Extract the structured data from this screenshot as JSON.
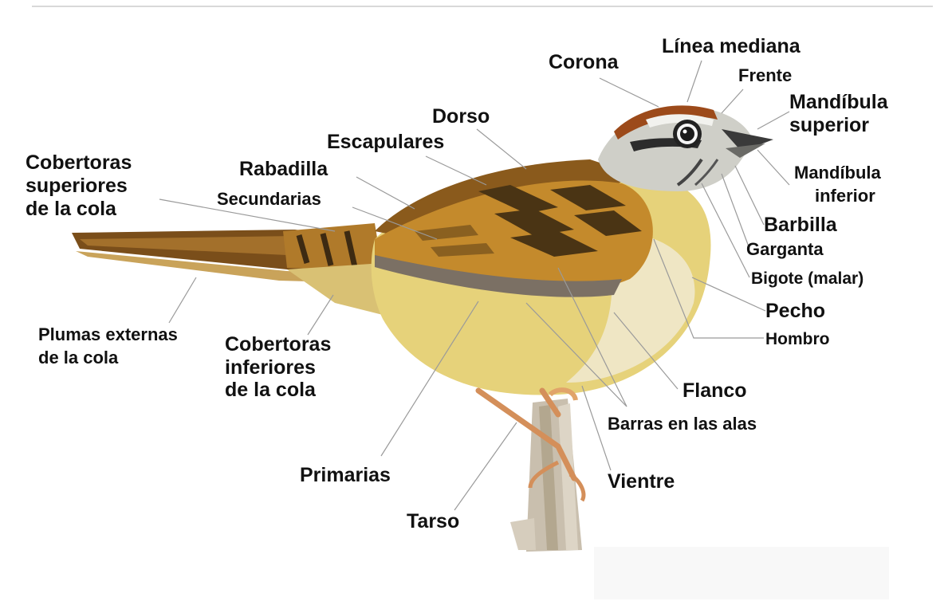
{
  "labels": {
    "linea_mediana": "Línea mediana",
    "corona": "Corona",
    "frente": "Frente",
    "mandibula_superior_1": "Mandíbula",
    "mandibula_superior_2": "superior",
    "dorso": "Dorso",
    "escapulares": "Escapulares",
    "mandibula_inferior_1": "Mandíbula",
    "mandibula_inferior_2": "inferior",
    "cobertoras_sup_1": "Cobertoras",
    "cobertoras_sup_2": "superiores",
    "cobertoras_sup_3": "de la cola",
    "rabadilla": "Rabadilla",
    "secundarias": "Secundarias",
    "barbilla": "Barbilla",
    "garganta": "Garganta",
    "bigote": "Bigote (malar)",
    "pecho": "Pecho",
    "hombro": "Hombro",
    "plumas_ext_1": "Plumas externas",
    "plumas_ext_2": "de la cola",
    "cobertoras_inf_1": "Cobertoras",
    "cobertoras_inf_2": "inferiores",
    "cobertoras_inf_3": "de la cola",
    "flanco": "Flanco",
    "barras": "Barras en las alas",
    "primarias": "Primarias",
    "vientre": "Vientre",
    "tarso": "Tarso"
  },
  "colors": {
    "label_text": "#111111",
    "leader_line": "#9a9a9a",
    "belly": "#e6d27a",
    "wing_brown": "#9a6a1c",
    "crown_rufous": "#9c4a1a",
    "head_gray": "#cfcfc8"
  }
}
